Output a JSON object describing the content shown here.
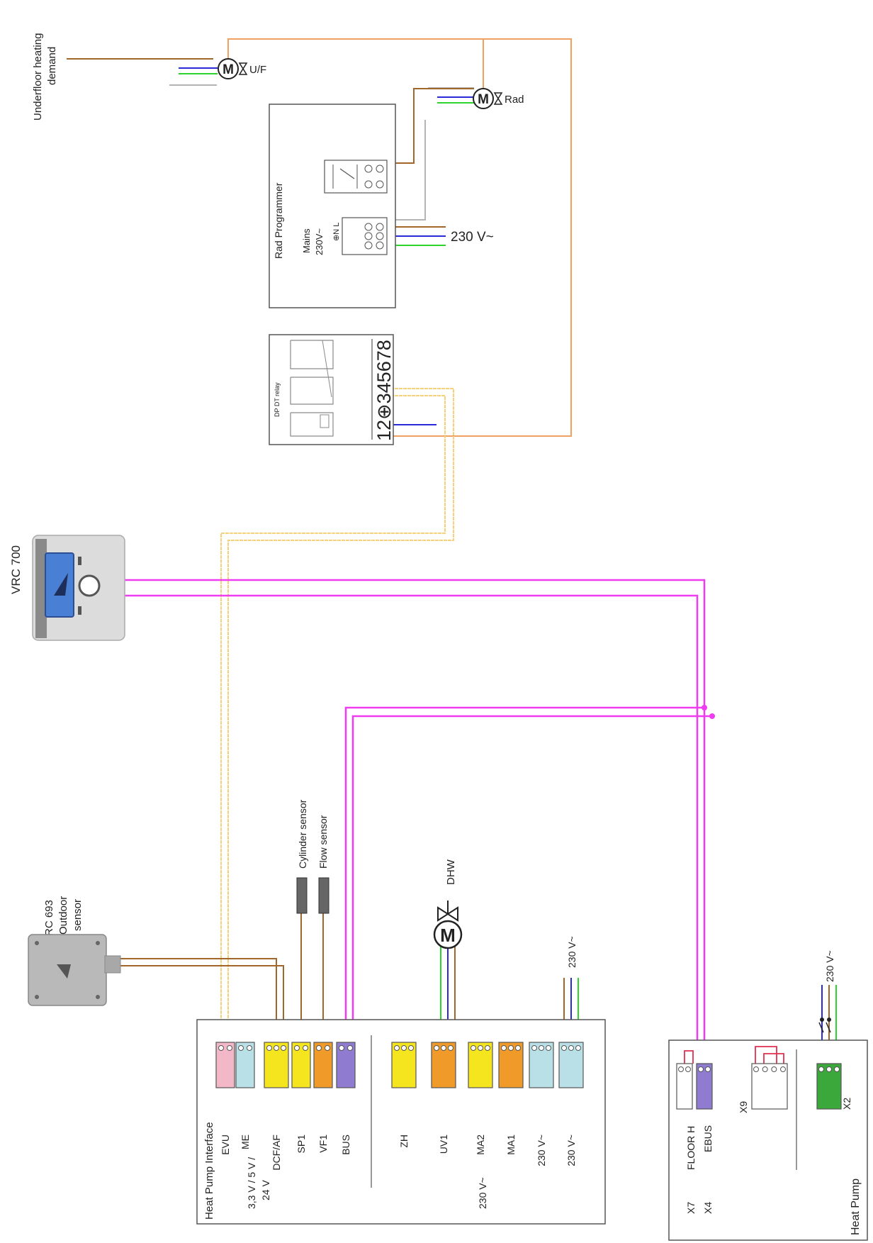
{
  "top": {
    "underfloor_label_1": "Underfloor heating",
    "underfloor_label_2": "demand",
    "uf_valve": "U/F",
    "rad_valve": "Rad",
    "motor": "M",
    "mains_voltage": "230 V~",
    "rad_programmer": {
      "title": "Rad Programmer",
      "mains_1": "Mains",
      "mains_2": "230V~",
      "terminals": "⊕N L"
    },
    "relay": {
      "title": "DP DT relay",
      "terminals": "12⊕345678"
    }
  },
  "controller": {
    "name": "VRC 700"
  },
  "outdoor_sensor": {
    "line1": "VRC 693",
    "line2": "Outdoor",
    "line3": "sensor"
  },
  "sensors": {
    "cylinder": "Cylinder sensor",
    "flow": "Flow sensor"
  },
  "dhw": {
    "label": "DHW"
  },
  "supply_labels": {
    "interface_supply": "230 V~",
    "heatpump_supply": "230 V~"
  },
  "interface": {
    "title": "Heat Pump Interface",
    "low_voltage_1": "3,3 V / 5 V /",
    "low_voltage_2": "24 V",
    "mains_group": "230 V~",
    "terminals": [
      {
        "label": "EVU",
        "color": "#f2b8c8"
      },
      {
        "label": "ME",
        "color": "#b8e0e6"
      },
      {
        "label": "DCF/AF",
        "color": "#f5e51e"
      },
      {
        "label": "SP1",
        "color": "#f5e51e"
      },
      {
        "label": "VF1",
        "color": "#f09a2a"
      },
      {
        "label": "BUS",
        "color": "#8f7bd0"
      },
      {
        "label": "ZH",
        "color": "#f5e51e"
      },
      {
        "label": "UV1",
        "color": "#f09a2a"
      },
      {
        "label": "MA2",
        "color": "#f5e51e"
      },
      {
        "label": "MA1",
        "color": "#f09a2a"
      },
      {
        "label": "230 V~",
        "color": "#b8e0e6"
      },
      {
        "label": "230 V~",
        "color": "#b8e0e6"
      }
    ]
  },
  "heat_pump": {
    "title": "Heat Pump",
    "x7": "X7",
    "x4": "X4",
    "floor_h": "FLOOR H",
    "ebus": "EBUS",
    "x9": "X9",
    "x2": "X2",
    "floor_h_color": "#ffffff",
    "ebus_color": "#8f7bd0",
    "x9_color": "#ffffff",
    "x2_color": "#3aa83a"
  },
  "wire_colors": {
    "brown": "#a0662a",
    "blue": "#2a2ad8",
    "green": "#2ed42e",
    "orange": "#f0a060",
    "grey": "#b4b4b4",
    "ebus": "#f03cf0",
    "signal": "#f5d27a"
  }
}
